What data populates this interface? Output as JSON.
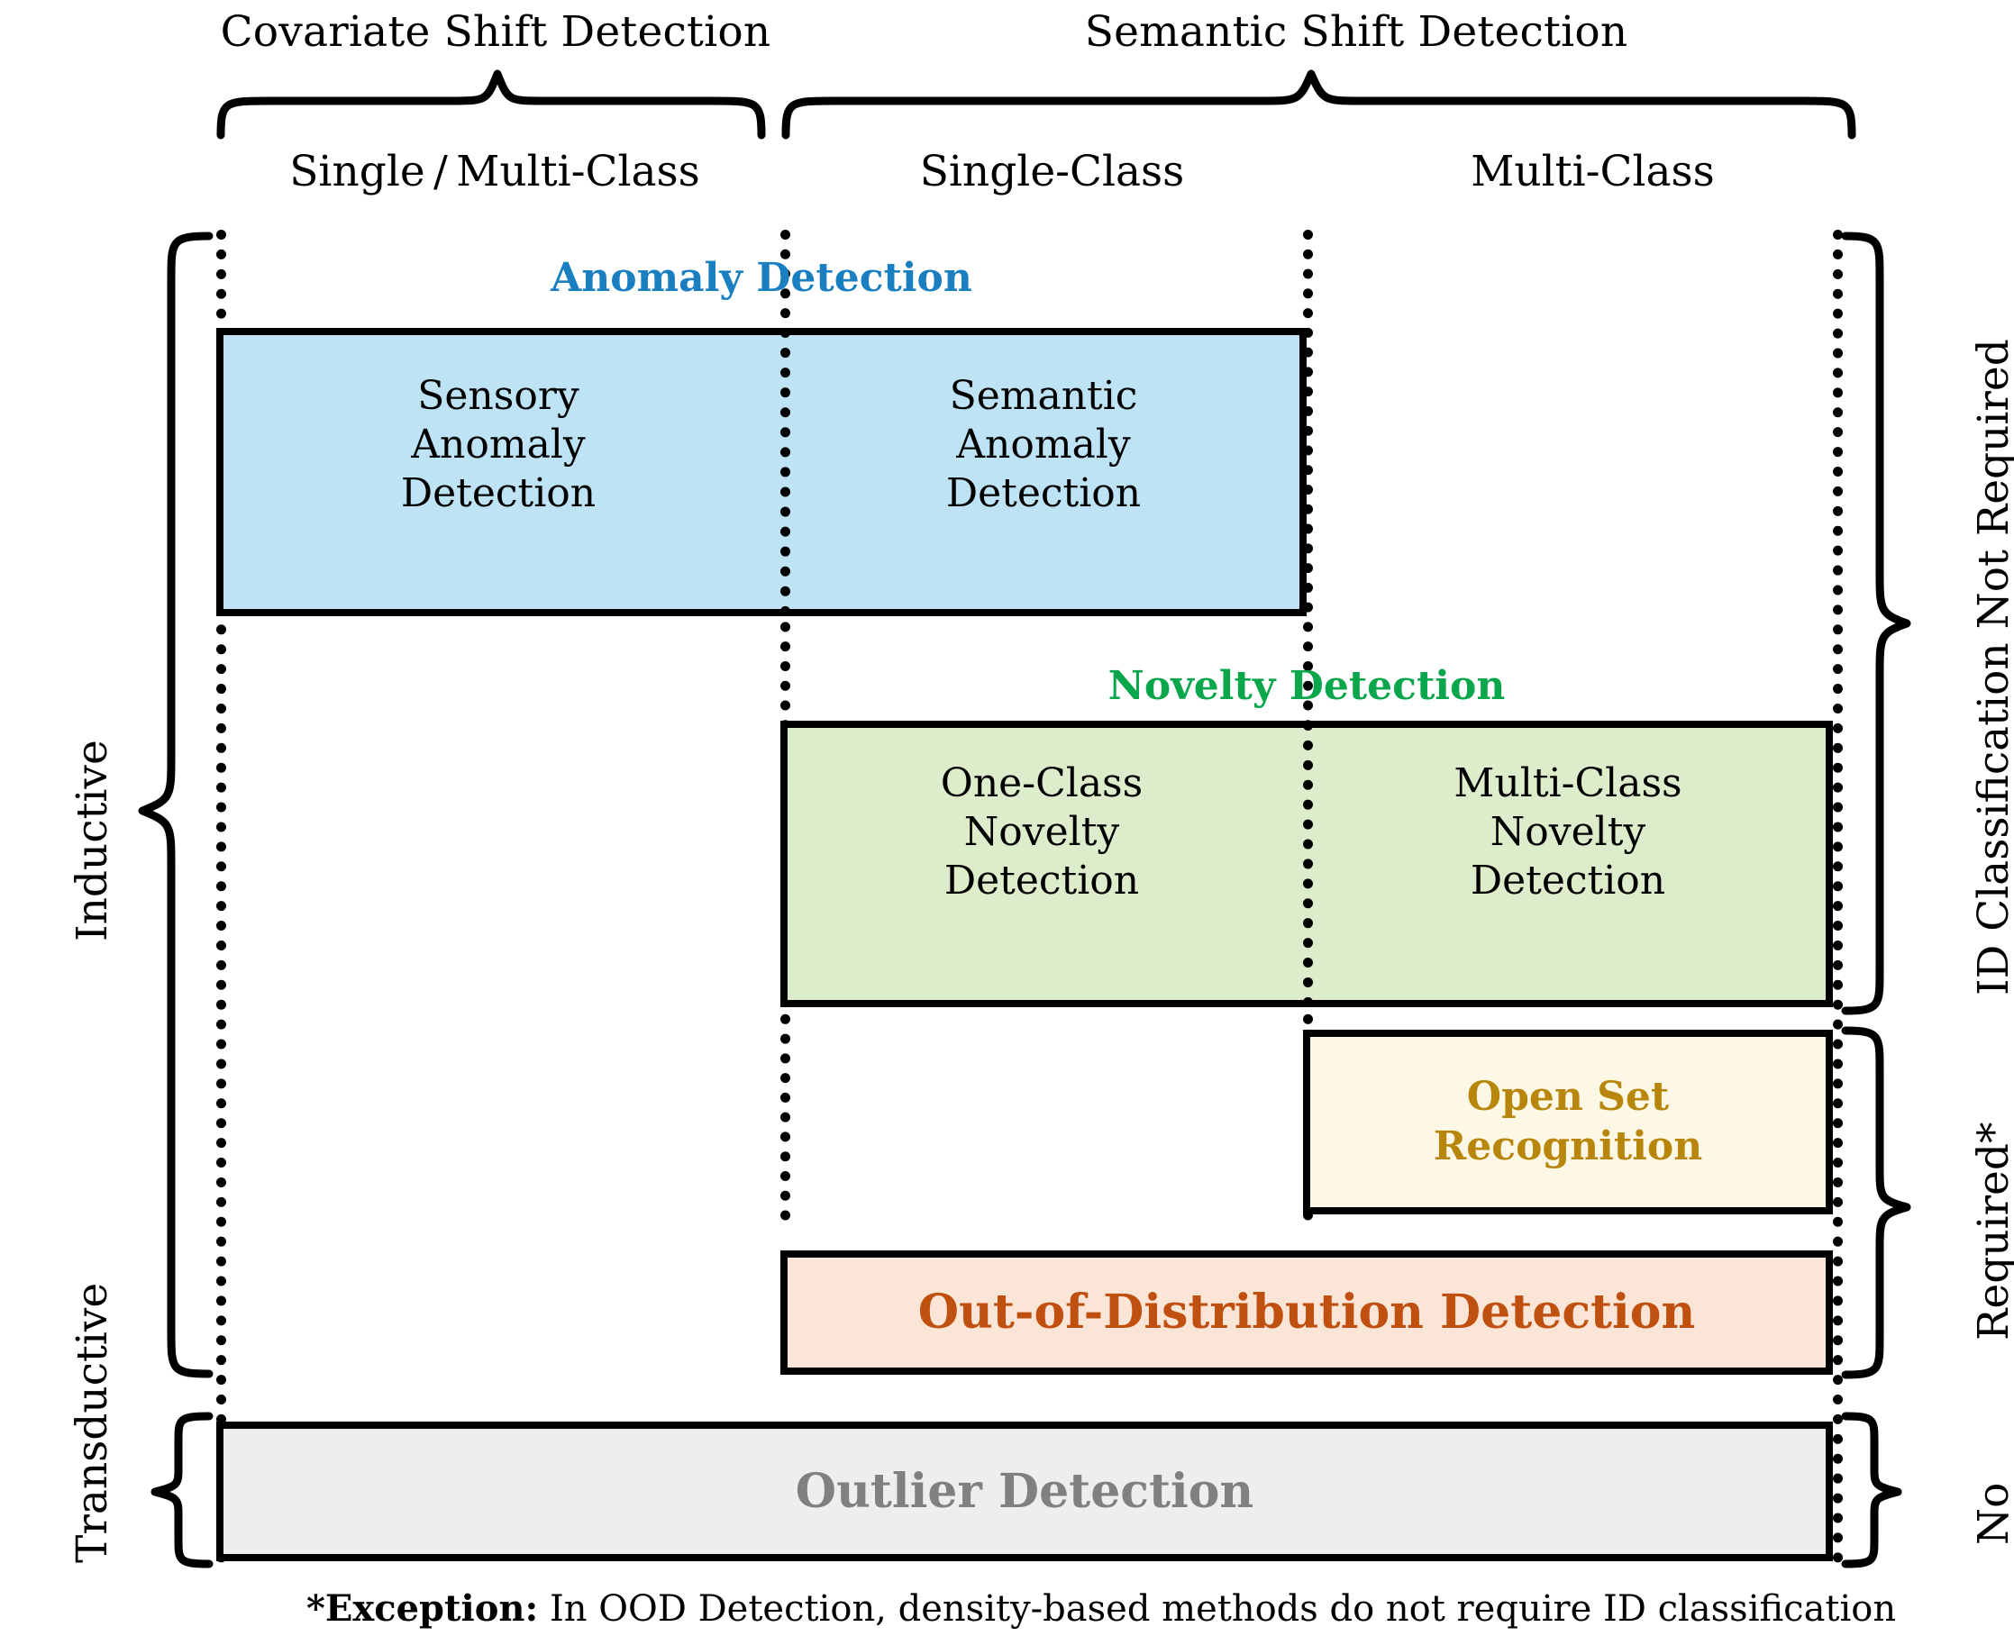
{
  "header": {
    "groups": [
      {
        "label": "Covariate Shift Detection"
      },
      {
        "label": "Semantic Shift Detection"
      }
    ],
    "columns": [
      {
        "label": "Single / Multi-Class"
      },
      {
        "label": "Single-Class"
      },
      {
        "label": "Multi-Class"
      }
    ]
  },
  "left_labels": [
    {
      "label": "Inductive"
    },
    {
      "label": "Transductive"
    }
  ],
  "right_labels": [
    {
      "label": "ID Classification Not Required"
    },
    {
      "label": "Required*"
    },
    {
      "label": "No"
    }
  ],
  "categories": [
    {
      "title": "Anomaly Detection",
      "color": "#1a7fc1",
      "fill": "#bde3f5",
      "cells": [
        {
          "label": "Sensory\nAnomaly\nDetection"
        },
        {
          "label": "Semantic\nAnomaly\nDetection"
        }
      ]
    },
    {
      "title": "Novelty Detection",
      "color": "#0aa64b",
      "fill": "#ddeccb",
      "cells": [
        {
          "label": "One-Class\nNovelty\nDetection"
        },
        {
          "label": "Multi-Class\nNovelty\nDetection"
        }
      ]
    },
    {
      "title": "",
      "color": "#b8860b",
      "fill": "#fdf8e6",
      "cells": [
        {
          "label": "Open Set\nRecognition"
        }
      ]
    },
    {
      "title": "",
      "color": "#c0500f",
      "fill": "#fbe5d6",
      "cells": [
        {
          "label": "Out-of-Distribution Detection"
        }
      ]
    },
    {
      "title": "",
      "color": "#808080",
      "fill": "#eeeeee",
      "cells": [
        {
          "label": "Outlier Detection"
        }
      ]
    }
  ],
  "footnote": {
    "marker": "*Exception:",
    "text": " In OOD Detection, density-based methods do not require ID classification"
  }
}
